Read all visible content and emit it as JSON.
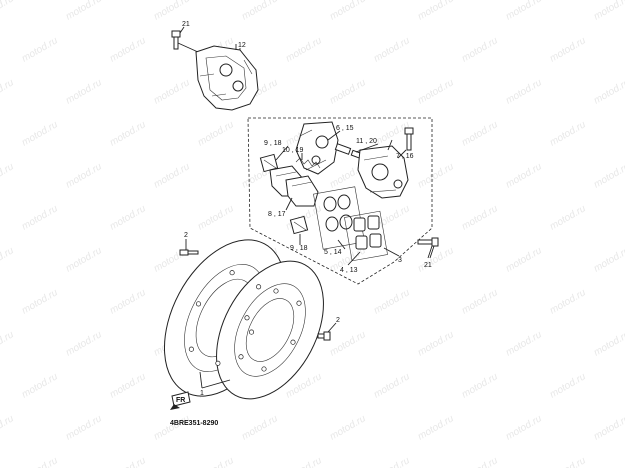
{
  "watermark": "motod.ru",
  "diagram_code": "4BRE351-8290",
  "fr_tag": "FR",
  "callouts": {
    "c21_top": "21",
    "c12": "12",
    "c6_15": "6 , 15",
    "c11_20": "11 , 20",
    "c9_18_top": "9 , 18",
    "c10_19": "10 , 19",
    "c7_16": "7 , 16",
    "c8_17": "8 , 17",
    "c9_18_bot": "9 , 18",
    "c5_14": "5 , 14",
    "c4_13": "4 , 13",
    "c3": "3",
    "c21_right": "21",
    "c2_left": "2",
    "c2_right": "2",
    "c1": "1"
  }
}
